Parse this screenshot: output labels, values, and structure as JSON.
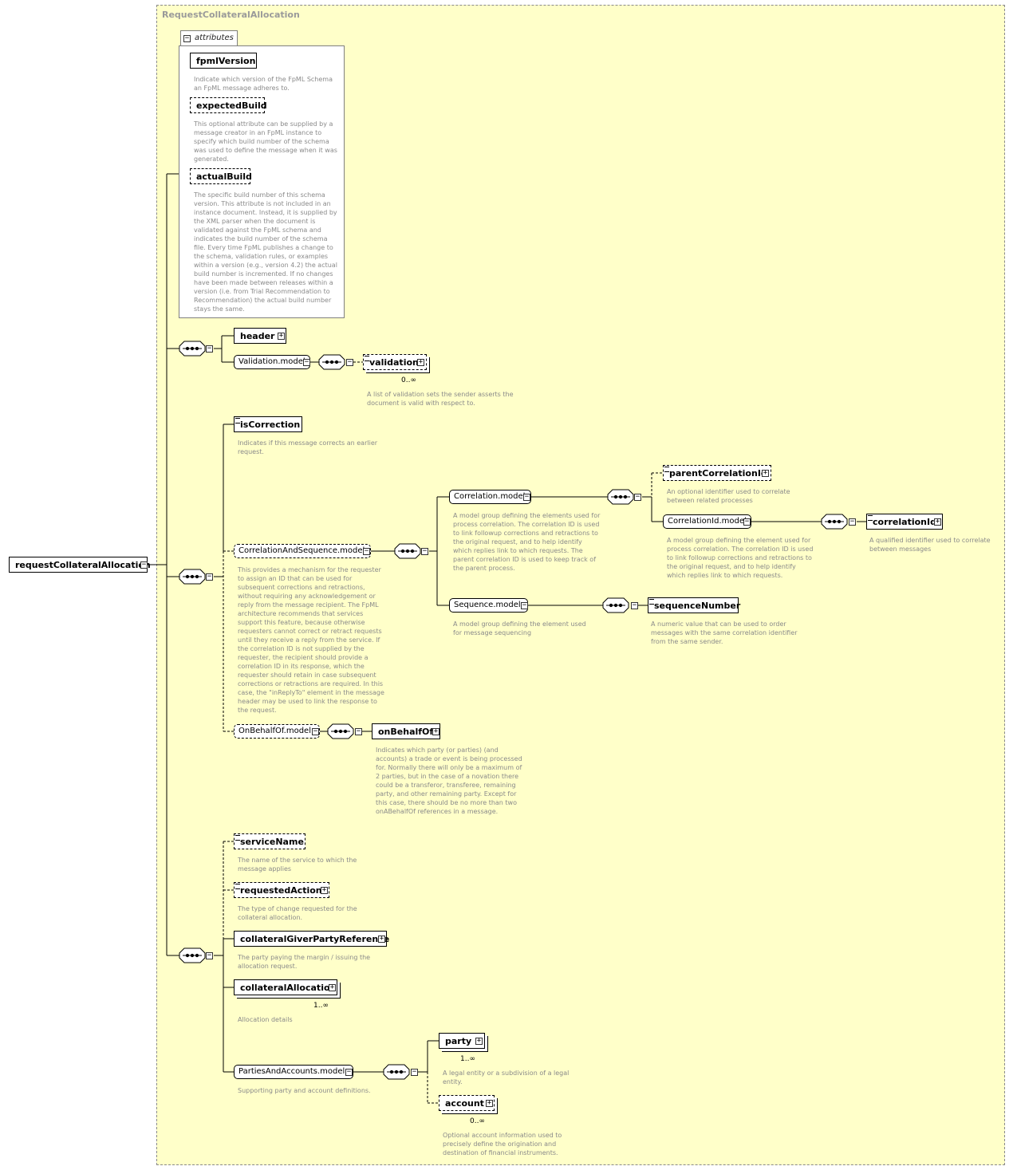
{
  "complex_type": {
    "title": "RequestCollateralAllocation"
  },
  "root": {
    "label": "requestCollateralAllocation"
  },
  "attributes": {
    "tab_label": "attributes",
    "items": [
      {
        "name": "fpmlVersion",
        "desc": "Indicate which version of the FpML Schema an FpML message adheres to."
      },
      {
        "name": "expectedBuild",
        "desc": "This optional attribute can be supplied by a message creator in an FpML instance to specify which build number of the schema was used to define the message when it was generated."
      },
      {
        "name": "actualBuild",
        "desc": "The specific build number of this schema version. This attribute is not included in an instance document. Instead, it is supplied by the XML parser when the document is validated against the FpML schema and indicates the build number of the schema file. Every time FpML publishes a change to the schema, validation rules, or examples within a version (e.g., version 4.2) the actual build number is incremented. If no changes have been made between releases within a version (i.e. from Trial Recommendation to Recommendation) the actual build number stays the same."
      }
    ]
  },
  "header_block": {
    "header": {
      "name": "header"
    },
    "validation_model": {
      "name": "Validation.model"
    },
    "validation": {
      "name": "validation",
      "mult": "0..∞",
      "desc": "A list of validation sets the sender asserts the document is valid with respect to."
    }
  },
  "correction_block": {
    "isCorrection": {
      "name": "isCorrection",
      "desc": "Indicates if this message corrects an earlier request."
    },
    "cas_model": {
      "name": "CorrelationAndSequence.model",
      "desc": "This provides a mechanism for the requester to assign an ID that can be used for subsequent corrections and retractions, without requiring any acknowledgement or reply from the message recipient. The FpML architecture recommends that services support this feature, because otherwise requesters cannot correct or retract requests until they receive a reply from the service. If the correlation ID is not supplied by the requester, the recipient should provide a correlation ID in its response, which the requester should retain in case subsequent corrections or retractions are required. In this case, the \"inReplyTo\" element in the message header may be used to link the response to the request."
    },
    "correlation_model": {
      "name": "Correlation.model",
      "desc": "A model group defining the elements used for process correlation. The correlation ID is used to link followup corrections and retractions to the original request, and to help identify which replies link to which requests. The parent correlation ID is used to keep track of the parent process."
    },
    "parentCorrelationId": {
      "name": "parentCorrelationId",
      "desc": "An optional identifier used to correlate between related processes"
    },
    "correlationId_model": {
      "name": "CorrelationId.model",
      "desc": "A model group defining the element used for process correlation. The correlation ID is used to link followup corrections and retractions to the original request, and to help identify which replies link to which requests."
    },
    "correlationId": {
      "name": "correlationId",
      "desc": "A qualified identifier used to correlate between messages"
    },
    "sequence_model": {
      "name": "Sequence.model",
      "desc": "A model group defining the element used for message sequencing"
    },
    "sequenceNumber": {
      "name": "sequenceNumber",
      "desc": "A numeric value that can be used to order messages with the same correlation identifier from the same sender."
    },
    "onBehalfOf_model": {
      "name": "OnBehalfOf.model"
    },
    "onBehalfOf": {
      "name": "onBehalfOf",
      "desc": "Indicates which party (or parties) (and accounts) a trade or event is being processed for. Normally there will only be a maximum of 2 parties, but in the case of a novation there could be a transferor, transferee, remaining party, and other remaining party. Except for this case, there should be no more than two onABehalfOf references in a message."
    }
  },
  "body_block": {
    "serviceName": {
      "name": "serviceName",
      "desc": "The name of the service to which the message applies"
    },
    "requestedAction": {
      "name": "requestedAction",
      "desc": "The type of change requested for the collateral allocation."
    },
    "collateralGiverPartyReference": {
      "name": "collateralGiverPartyReference",
      "desc": "The party paying the margin / issuing the allocation request."
    },
    "collateralAllocation": {
      "name": "collateralAllocation",
      "mult": "1..∞",
      "desc": "Allocation details"
    },
    "pa_model": {
      "name": "PartiesAndAccounts.model",
      "desc": "Supporting party and account definitions."
    },
    "party": {
      "name": "party",
      "mult": "1..∞",
      "desc": "A legal entity or a subdivision of a legal entity."
    },
    "account": {
      "name": "account",
      "mult": "0..∞",
      "desc": "Optional account information used to precisely define the origination and destination of financial instruments."
    }
  },
  "toggle_glyphs": {
    "collapse": "−",
    "expand": "+"
  }
}
